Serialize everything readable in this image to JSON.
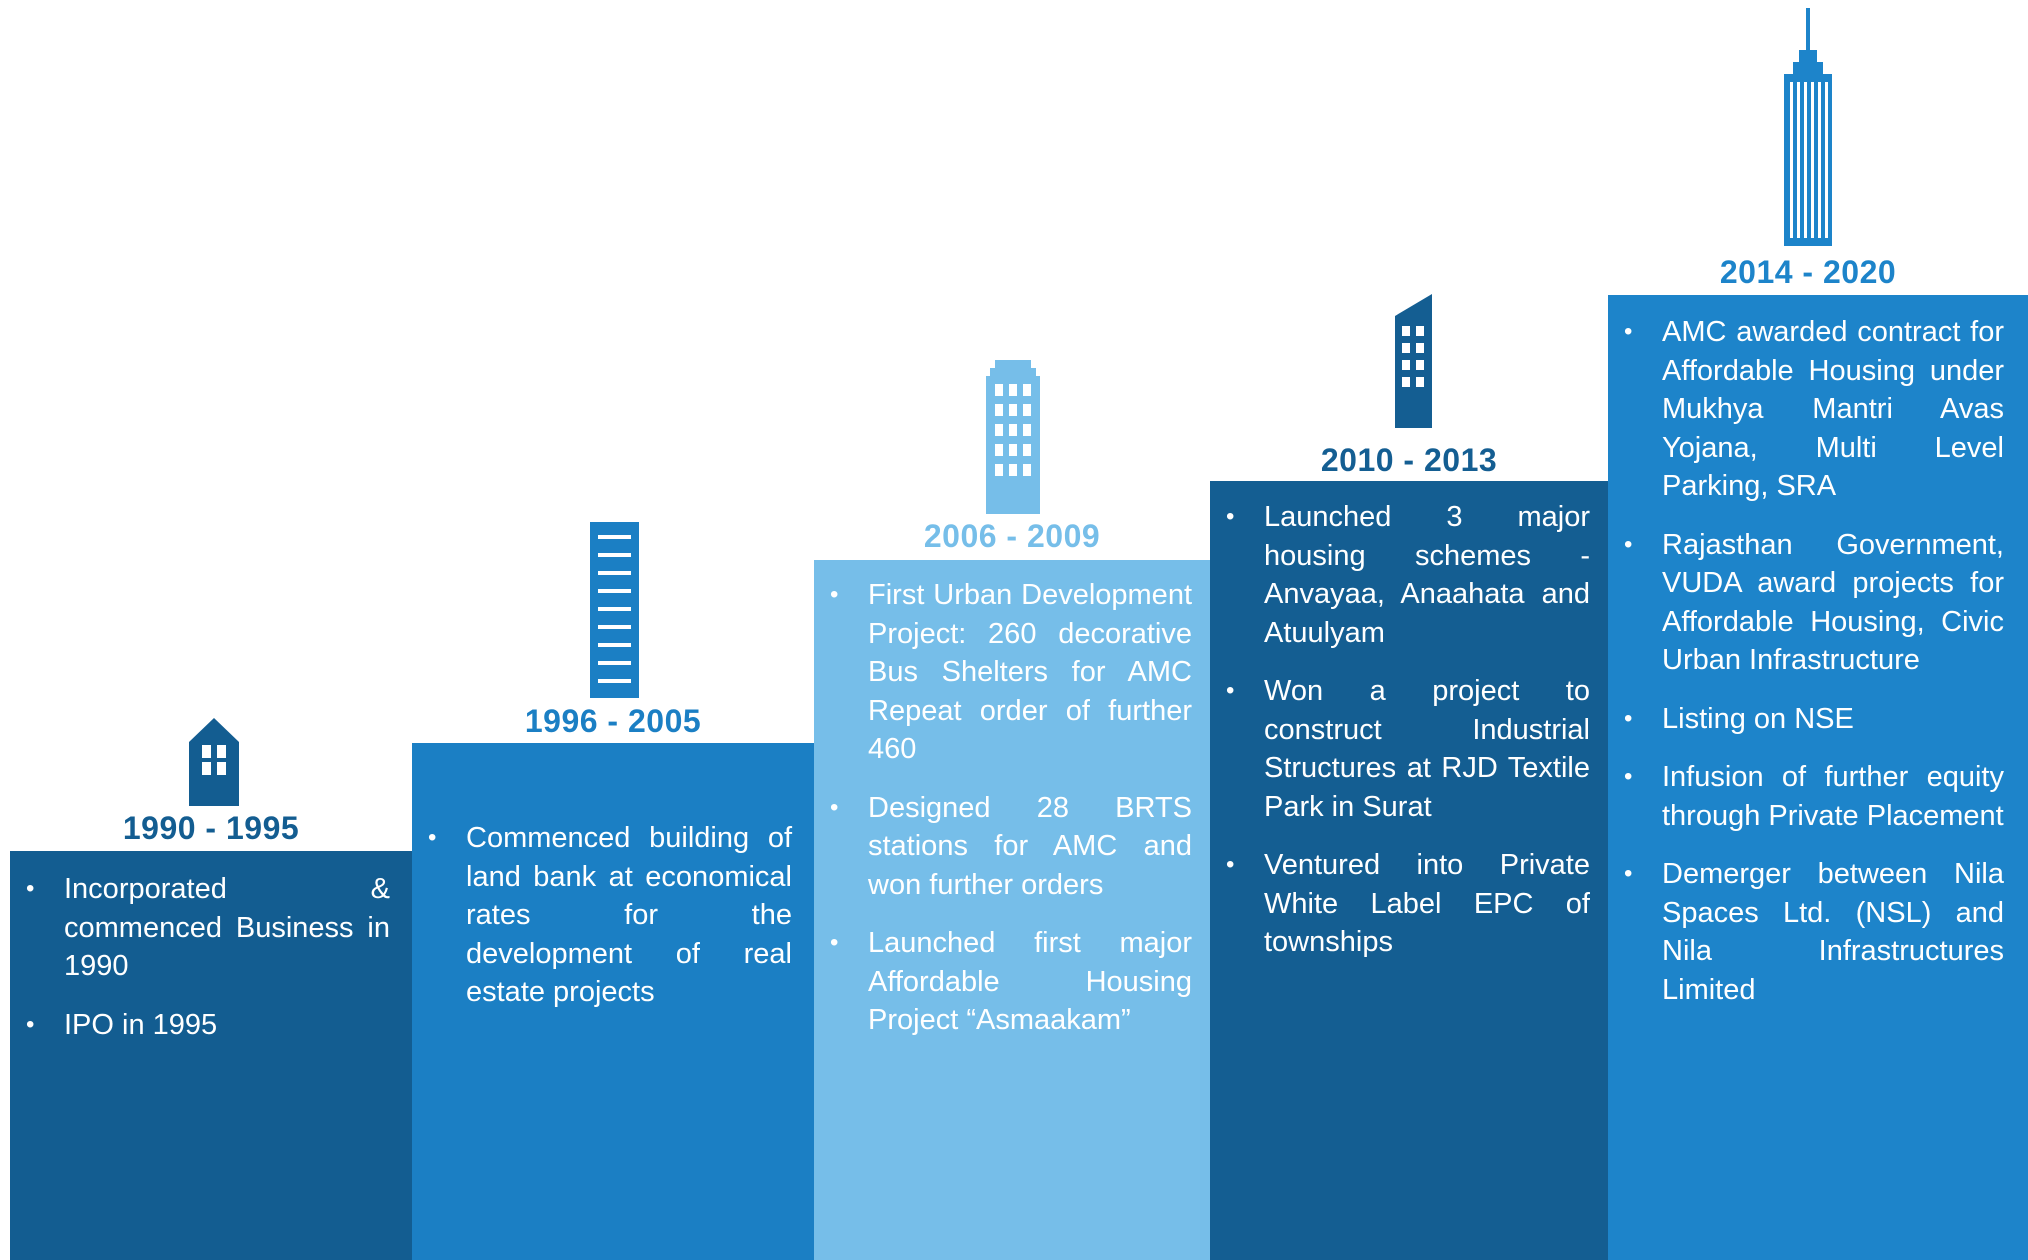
{
  "colors": {
    "dark_blue": "#135d91",
    "mid_blue": "#1b7fc4",
    "light_blue": "#76bee9",
    "navy": "#145e92",
    "bright_blue": "#1d84ca"
  },
  "periods": [
    {
      "years": "1990 - 1995",
      "icon": "small-house-building-icon",
      "items": [
        "Incorporated & commenced Business in 1990",
        "IPO in 1995"
      ]
    },
    {
      "years": "1996 - 2005",
      "icon": "slim-tower-building-icon",
      "items": [
        "Commenced building of land bank at economical rates for the development of real estate projects"
      ]
    },
    {
      "years": "2006 - 2009",
      "icon": "office-tower-building-icon",
      "items": [
        "First Urban Development Project: 260 decorative Bus Shelters for AMC Repeat order of further 460",
        "Designed 28 BRTS stations for AMC and won further orders",
        "Launched first major Affordable Housing Project “Asmaakam”"
      ]
    },
    {
      "years": "2010 - 2013",
      "icon": "angled-tower-building-icon",
      "items": [
        "Launched 3 major housing schemes - Anvayaa, Anaahata and Atuulyam",
        "Won a project to construct Industrial Structures at RJD Textile Park in Surat",
        "Ventured into Private White Label EPC of townships"
      ]
    },
    {
      "years": "2014 - 2020",
      "icon": "skyscraper-building-icon",
      "items": [
        "AMC awarded contract for Affordable Housing under Mukhya Mantri Avas Yojana, Multi Level Parking, SRA",
        "Rajasthan Government, VUDA award projects for Affordable Housing, Civic Urban Infrastructure",
        "Listing on NSE",
        "Infusion of further equity through Private Placement",
        "Demerger between Nila Spaces Ltd. (NSL) and Nila Infrastructures Limited"
      ]
    }
  ]
}
